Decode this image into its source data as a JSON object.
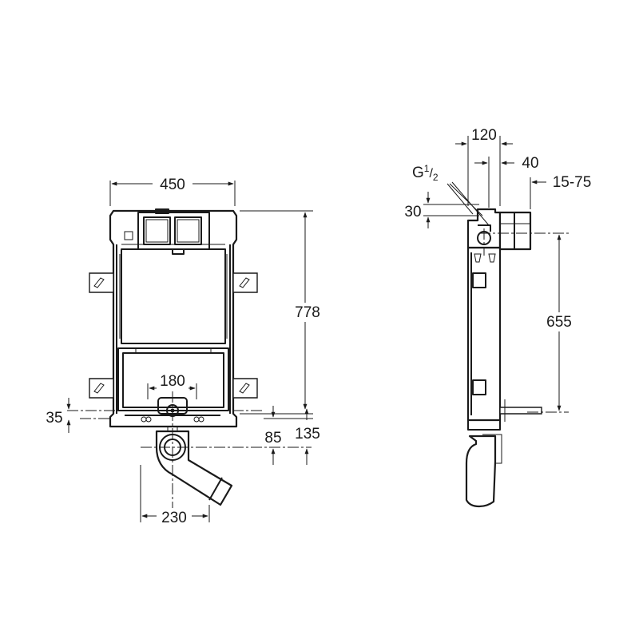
{
  "front_view": {
    "dim_width": "450",
    "dim_height": "778",
    "dim_inner": "180",
    "dim_offset_left": "35",
    "dim_drop_a": "85",
    "dim_drop_b": "135",
    "dim_base": "230"
  },
  "side_view": {
    "dim_depth": "120",
    "dim_connector": "40",
    "dim_wall": "15-75",
    "dim_top": "30",
    "dim_inlet_height": "655",
    "thread_label_main": "G",
    "thread_sup": "1",
    "thread_sub": "2"
  },
  "colors": {
    "line": "#1a1a1a",
    "background": "#ffffff"
  }
}
